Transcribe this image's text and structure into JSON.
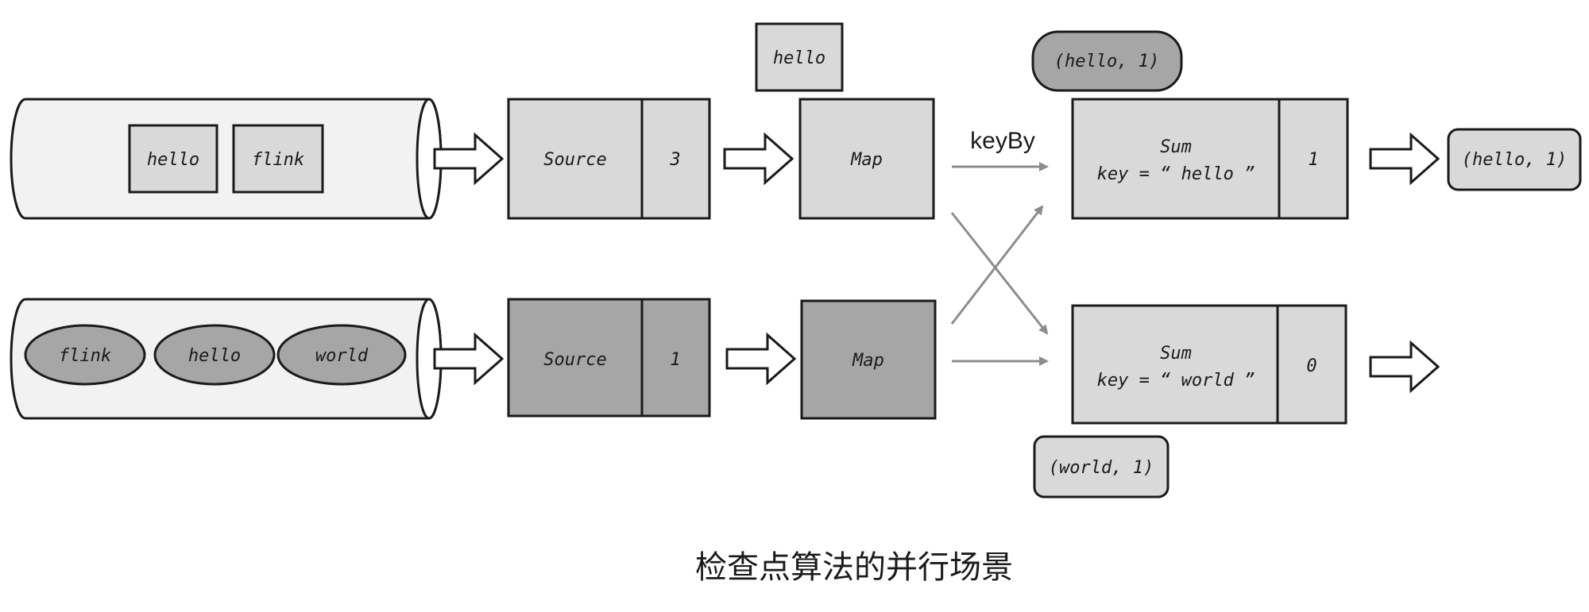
{
  "streams": [
    {
      "items": [
        "hello",
        "flink"
      ]
    },
    {
      "items": [
        "flink",
        "hello",
        "world"
      ]
    }
  ],
  "sources": [
    {
      "label": "Source",
      "offset": "3"
    },
    {
      "label": "Source",
      "offset": "1"
    }
  ],
  "maps": [
    {
      "label": "Map",
      "in_flight": "hello"
    },
    {
      "label": "Map"
    }
  ],
  "edge_label": "keyBy",
  "sums": [
    {
      "label": "Sum",
      "key": "key = “ hello ”",
      "count": "1",
      "state_tag": "(hello, 1)"
    },
    {
      "label": "Sum",
      "key": "key = “ world ”",
      "count": "0",
      "state_tag": "(world, 1)"
    }
  ],
  "outputs": [
    "(hello, 1)"
  ],
  "caption": "检查点算法的并行场景",
  "colors": {
    "light_fill": "#d9d9d9",
    "dark_fill": "#a6a6a6",
    "cylinder_fill": "#f2f2f2",
    "stroke": "#1a1a1a",
    "connector": "#8c8c8c"
  }
}
